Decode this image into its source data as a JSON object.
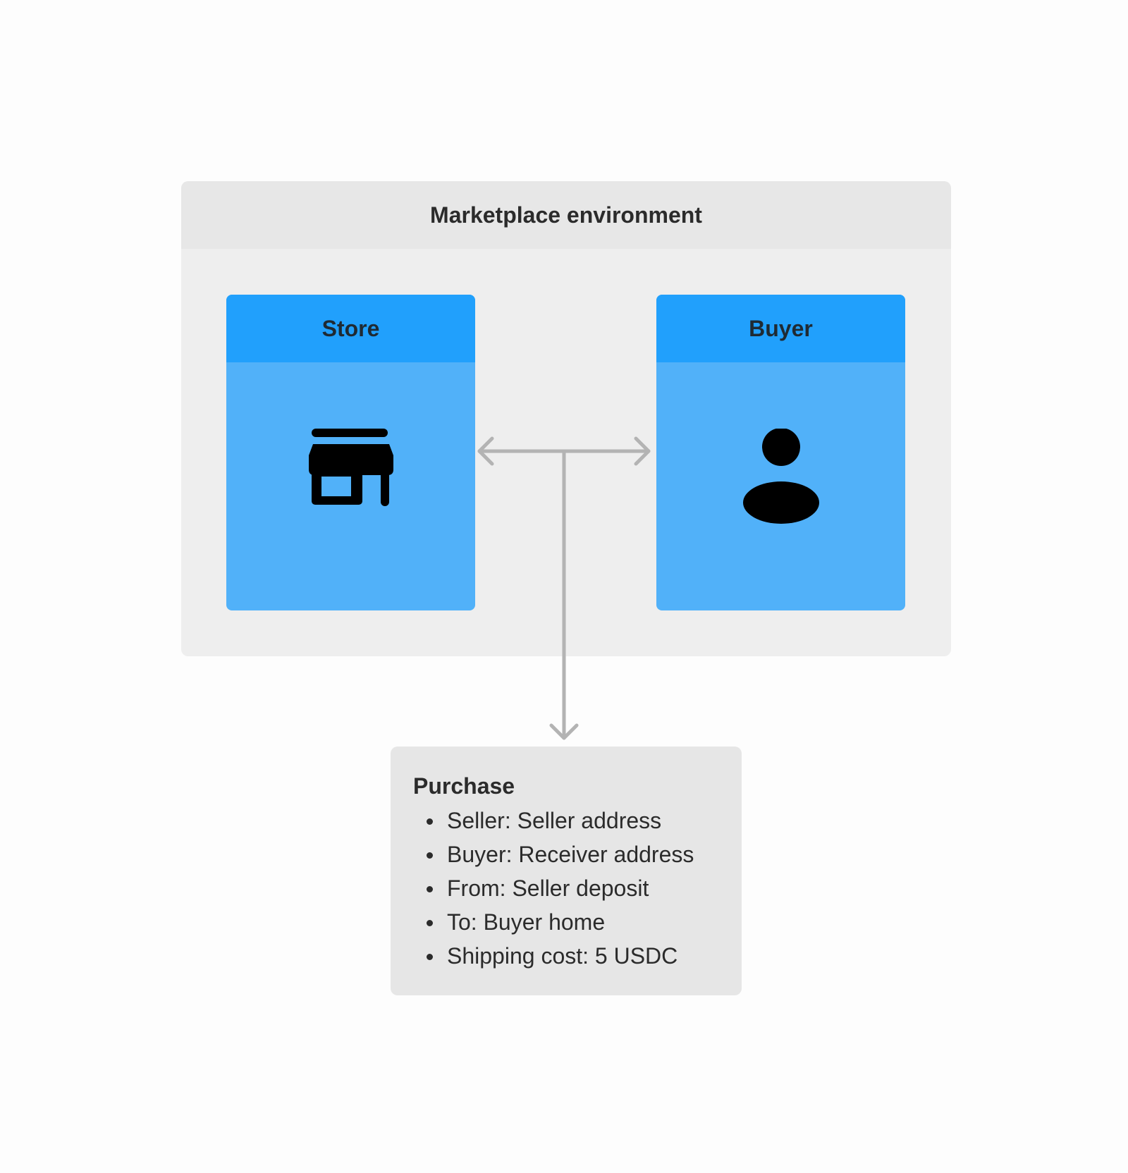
{
  "environment": {
    "title": "Marketplace environment"
  },
  "store": {
    "title": "Store",
    "icon": "store-icon"
  },
  "buyer": {
    "title": "Buyer",
    "icon": "person-icon"
  },
  "purchase": {
    "title": "Purchase",
    "items": [
      "Seller: Seller address",
      "Buyer: Receiver address",
      "From: Seller deposit",
      "To: Buyer home",
      "Shipping cost: 5 USDC"
    ]
  },
  "colors": {
    "page_background": "#fdfdfd",
    "environment_body": "#eeeeee",
    "environment_header": "#e7e7e7",
    "card_body": "#51b1f9",
    "card_header": "#21a0fc",
    "connector": "#b3b3b3",
    "purchase_box": "#e6e6e6",
    "icon": "#000000"
  }
}
